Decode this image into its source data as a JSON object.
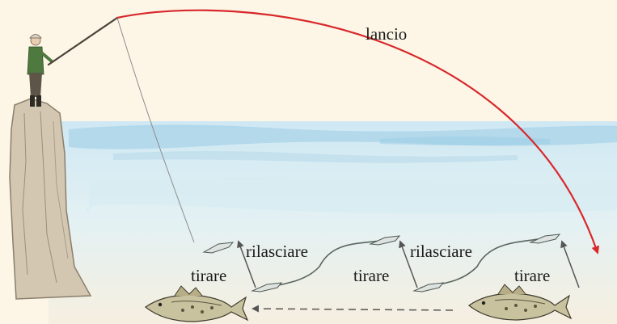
{
  "labels": {
    "cast": "lancio",
    "release": "rilasciare",
    "pull": "tirare"
  },
  "colors": {
    "background": "#fdf6e6",
    "water": "#bfe0ef",
    "cast_arc": "#d8282c",
    "rock": "#cfc3ad"
  },
  "icons": [
    "angler-figure",
    "rock-pillar",
    "fishing-rod",
    "lure",
    "zander-fish",
    "cast-arrow"
  ]
}
